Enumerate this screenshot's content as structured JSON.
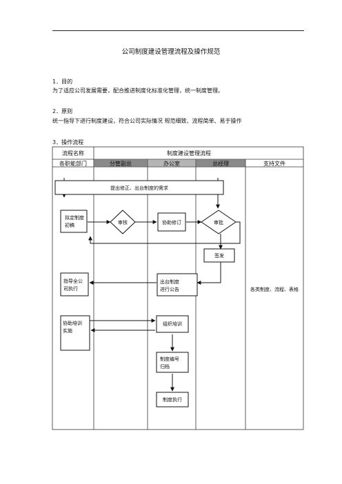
{
  "doc": {
    "title": "公司制度建设管理流程及操作规范",
    "s1_heading": "1．目的",
    "s1_body": "为了适应公司发展需要，配合推进制度化标准化管理，统一制度管理。",
    "s2_heading": "2．原则",
    "s2_body": "统一指导下进行制度建设，符合公司实际情况 规范细致、流程简单、易于操作",
    "s3_heading": "3．操作流程"
  },
  "table": {
    "header_label": "流程名称",
    "header_value": "制度建设管理流程",
    "columns": [
      "各职能部门",
      "分管副总",
      "办公室",
      "总经理",
      "支持文件"
    ]
  },
  "flow": {
    "request": "提出修正、出台制度的需求",
    "draft_line1": "拟定制度",
    "draft_line2": "初稿",
    "review": "审核",
    "assist_revise": "协助修订",
    "approve": "审批",
    "sign": "签发",
    "guide_line1": "指导全公",
    "guide_line2": "司执行",
    "announce_line1": "出台制度",
    "announce_line2": "进行公告",
    "train_assist_line1": "协助培训",
    "train_assist_line2": "实施",
    "organize_train": "组织培训",
    "archive_line1": "制度编号",
    "archive_line2": "归档",
    "execute": "制度执行",
    "support_docs": "各类制度、流程、表格"
  }
}
